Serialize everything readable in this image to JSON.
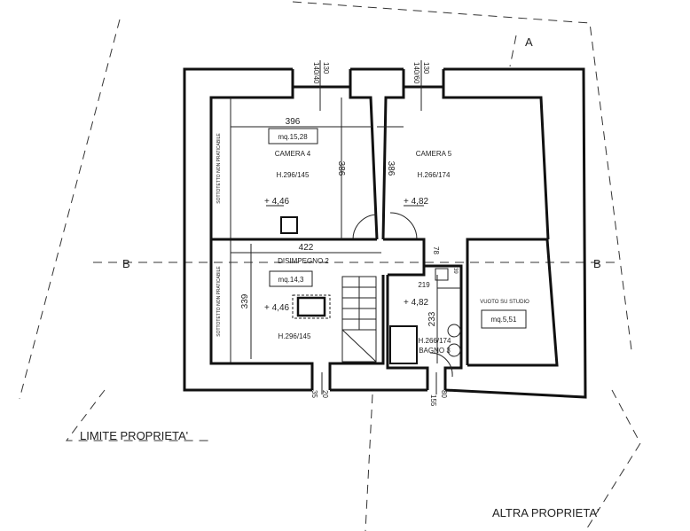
{
  "markers": {
    "section_a": "A",
    "section_b_left": "B",
    "section_b_right": "B"
  },
  "property": {
    "limit_label": "LIMITE PROPRIETA'",
    "other_label": "ALTRA PROPRIETA'"
  },
  "rooms": {
    "camera4": {
      "name": "CAMERA 4",
      "area": "mq.15,28",
      "height": "H.296/145",
      "level": "+ 4,46",
      "width_dim": "396",
      "depth_dim": "386"
    },
    "camera5": {
      "name": "CAMERA 5",
      "height": "H.266/174",
      "level": "+ 4,82",
      "depth_dim": "386"
    },
    "disimpegno": {
      "name": "DISIMPEGNO 2",
      "area": "mq.14,3",
      "height": "H.296/145",
      "level": "+ 4,46",
      "width_dim": "422",
      "depth_dim": "339"
    },
    "bagno": {
      "name": "BAGNO 3",
      "height": "H.266/174",
      "level": "+ 4,82",
      "width_dim": "219",
      "depth_dim": "233"
    },
    "vuoto": {
      "name": "VUOTO SU STUDIO",
      "area": "mq.5,51"
    },
    "sottotetto_top": "SOTTOTETTO NON PRATICABILE",
    "sottotetto_bottom": "SOTTOTETTO NON PRATICABILE"
  },
  "dimensions": {
    "win1_a": "140/40",
    "win1_b": "130",
    "win2_a": "140/60",
    "win2_b": "130",
    "door_bottom_a": "35",
    "door_bottom_b": "20",
    "door_bath_a": "155",
    "door_bath_b": "80",
    "corridor": "78",
    "sink": "39"
  }
}
